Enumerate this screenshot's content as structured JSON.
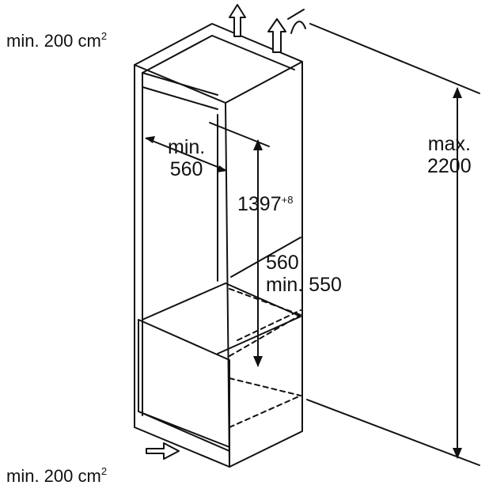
{
  "labels": {
    "top_vent": {
      "value": "min. 200 cm",
      "sup": "2"
    },
    "bottom_vent": {
      "value": "min. 200 cm",
      "sup": "2"
    },
    "width_min": {
      "line1": "min.",
      "line2": "560"
    },
    "height": {
      "value": "1397",
      "sup": "+8"
    },
    "depth": {
      "line1": "560",
      "line2": "min. 550"
    },
    "max_height": {
      "line1": "max.",
      "line2": "2200"
    }
  },
  "colors": {
    "line": "#111111",
    "background": "#ffffff",
    "arrow_fill": "#ffffff"
  },
  "icons": [
    "air-outflow-arrow-icon",
    "air-inflow-arrow-icon",
    "cut-mark-icon"
  ]
}
